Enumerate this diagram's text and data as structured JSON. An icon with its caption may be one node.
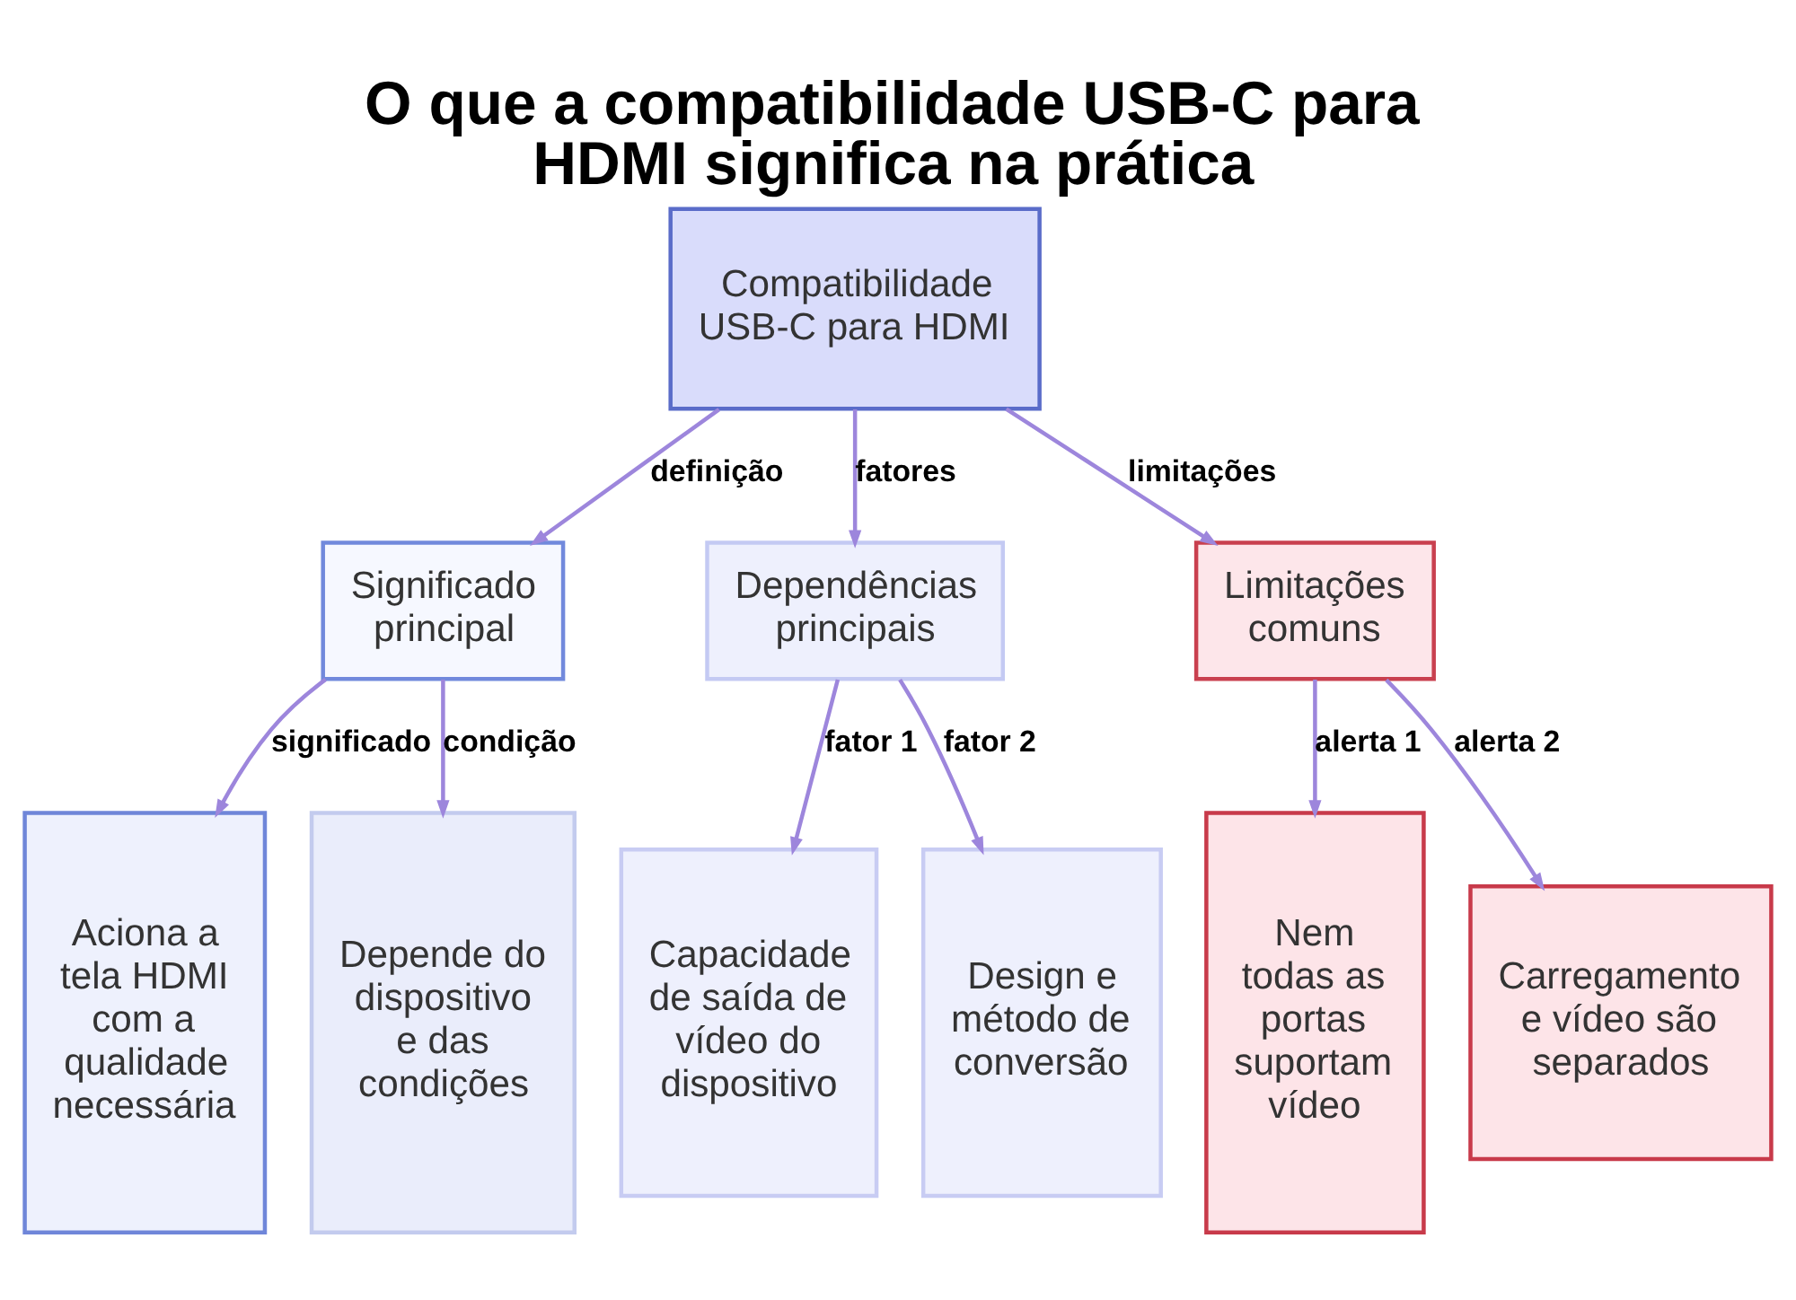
{
  "diagram": {
    "title": "O que a compatibilidade USB-C para HDMI significa na prática",
    "nodes": [
      {
        "text": [
          "Compatibilidade USB-C para HDMI"
        ]
      },
      {
        "text": [
          "Significado principal"
        ]
      },
      {
        "text": [
          "Dependências principais"
        ]
      },
      {
        "text": [
          "Limitações comuns"
        ]
      },
      {
        "text": [
          "Aciona a tela HDMI com a qualidade necessária"
        ]
      },
      {
        "text": [
          "Depende do dispositivo e das condições"
        ]
      },
      {
        "text": [
          "Capacidade de saída de vídeo do dispositivo"
        ]
      },
      {
        "text": [
          "Design e método de conversão"
        ]
      },
      {
        "text": [
          "Nem todas as portas suportam vídeo"
        ]
      },
      {
        "text": [
          "Carregamento e vídeo são separados"
        ]
      }
    ],
    "edges": [
      {
        "from": 0,
        "to": 1,
        "arrow": "to",
        "label": "definição"
      },
      {
        "from": 0,
        "to": 2,
        "arrow": "to",
        "label": "fatores"
      },
      {
        "from": 0,
        "to": 3,
        "arrow": "to",
        "label": "limitações"
      },
      {
        "from": 1,
        "to": 4,
        "arrow": "to",
        "label": "significado"
      },
      {
        "from": 1,
        "to": 5,
        "arrow": "to",
        "label": "condição"
      },
      {
        "from": 2,
        "to": 6,
        "arrow": "to",
        "label": "fator 1"
      },
      {
        "from": 2,
        "to": 7,
        "arrow": "to",
        "label": "fator 2"
      },
      {
        "from": 3,
        "to": 8,
        "arrow": "to",
        "label": "alerta 1"
      },
      {
        "from": 3,
        "to": 9,
        "arrow": "to",
        "label": "alerta 2"
      }
    ]
  }
}
